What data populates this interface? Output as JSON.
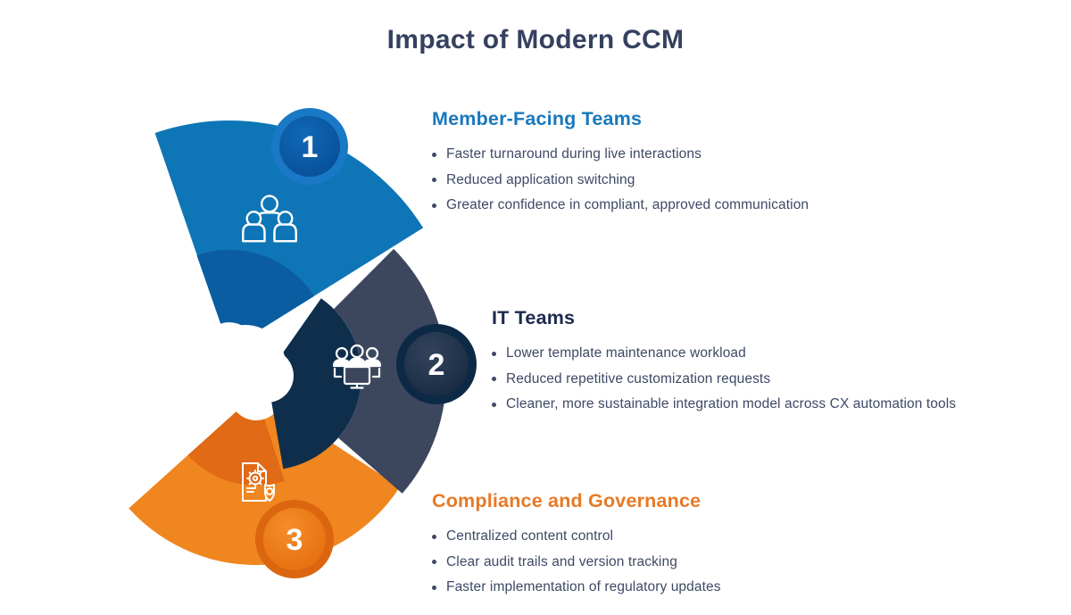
{
  "title": "Impact of Modern CCM",
  "colors": {
    "title_text": "#36415f",
    "body_text": "#3e4965",
    "blue": "#0e76b6",
    "blue_dark": "#0a5da0",
    "navy": "#3c475e",
    "navy_dark": "#0e2e4c",
    "orange": "#f0861f",
    "orange_dark": "#e06a15",
    "heading_blue": "#1878be",
    "heading_navy": "#1c2b4d",
    "heading_orange": "#e87925"
  },
  "sections": [
    {
      "number": "1",
      "heading": "Member-Facing Teams",
      "icon": "member-facing-teams-icon",
      "bullets": [
        "Faster turnaround during live interactions",
        "Reduced application switching",
        "Greater confidence in compliant, approved communication"
      ]
    },
    {
      "number": "2",
      "heading": "IT Teams",
      "icon": "it-teams-icon",
      "bullets": [
        "Lower template maintenance workload",
        "Reduced repetitive customization requests",
        "Cleaner, more sustainable integration model across CX automation tools"
      ]
    },
    {
      "number": "3",
      "heading": "Compliance and Governance",
      "icon": "compliance-governance-icon",
      "bullets": [
        "Centralized content control",
        "Clear audit trails and version tracking",
        "Faster implementation of regulatory updates"
      ]
    }
  ]
}
